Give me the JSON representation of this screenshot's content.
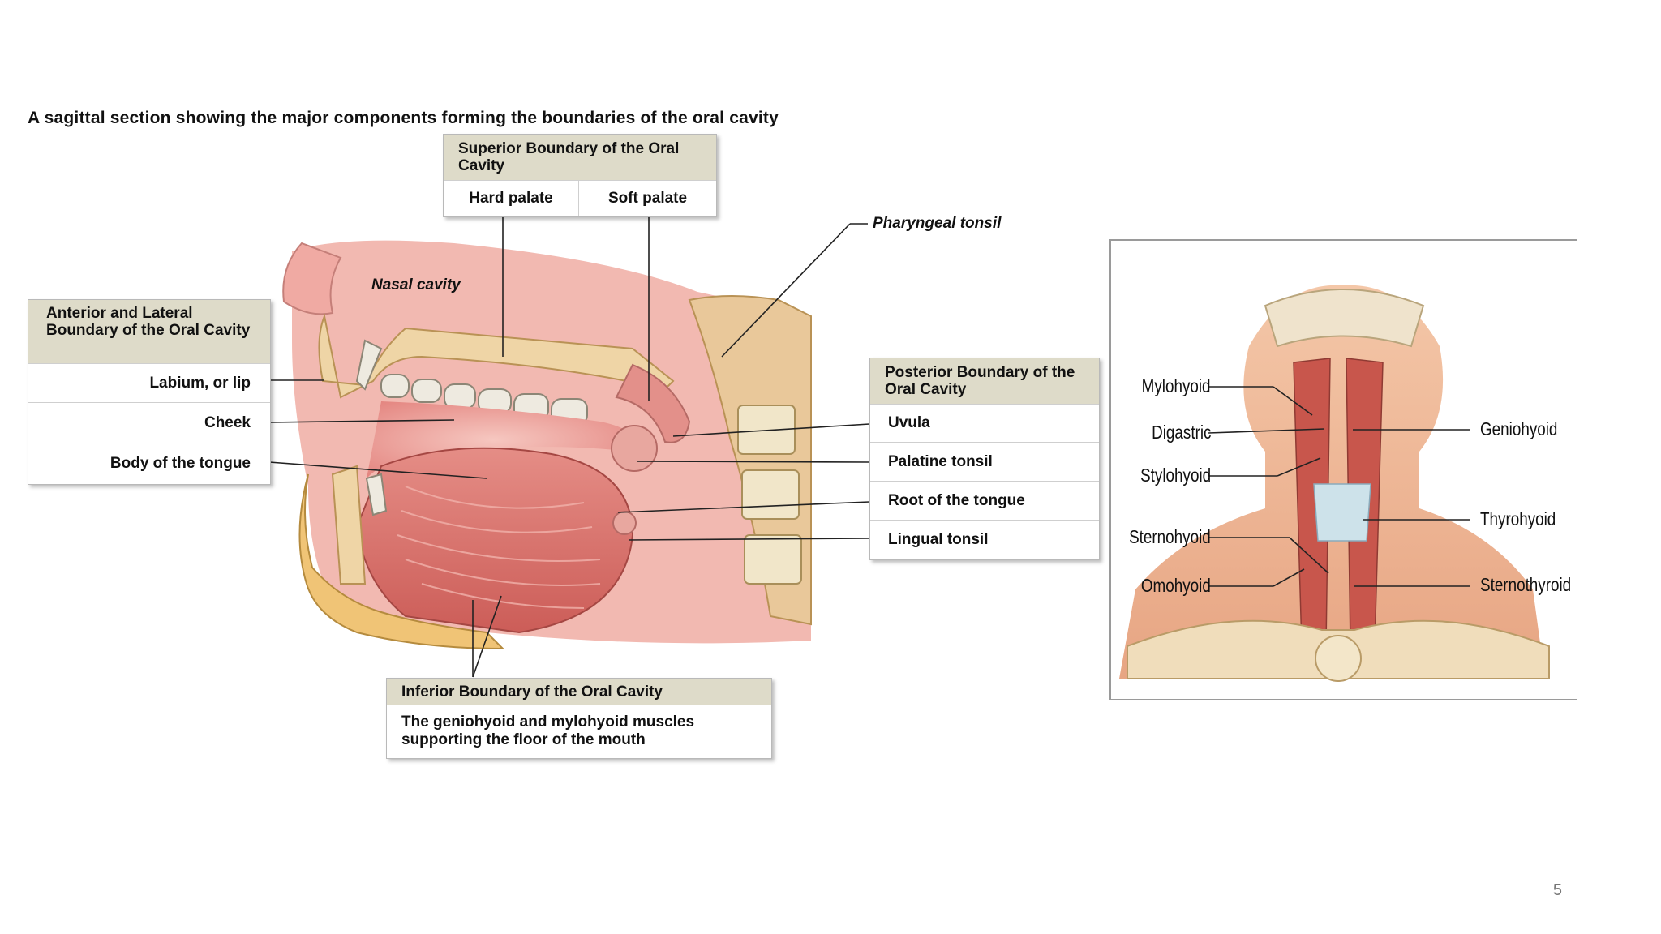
{
  "caption": "A sagittal section showing the major components forming the boundaries of the oral cavity",
  "superior": {
    "title": "Superior Boundary of the Oral Cavity",
    "items": [
      "Hard palate",
      "Soft palate"
    ]
  },
  "anterior": {
    "title": "Anterior and Lateral Boundary of the Oral Cavity",
    "items": [
      "Labium, or lip",
      "Cheek",
      "Body of the tongue"
    ]
  },
  "posterior": {
    "title": "Posterior Boundary of the Oral Cavity",
    "items": [
      "Uvula",
      "Palatine tonsil",
      "Root of the tongue",
      "Lingual tonsil"
    ]
  },
  "inferior": {
    "title": "Inferior Boundary of the Oral Cavity",
    "text": "The geniohyoid and mylohyoid muscles supporting the floor of the mouth"
  },
  "labels": {
    "nasal_cavity": "Nasal cavity",
    "pharyngeal_tonsil": "Pharyngeal tonsil"
  },
  "neck": {
    "left_labels": [
      "Mylohyoid",
      "Digastric",
      "Stylohyoid",
      "Sternohyoid",
      "Omohyoid"
    ],
    "right_labels": [
      "Geniohyoid",
      "Thyrohyoid",
      "Sternothyroid"
    ]
  },
  "page_number": "5"
}
